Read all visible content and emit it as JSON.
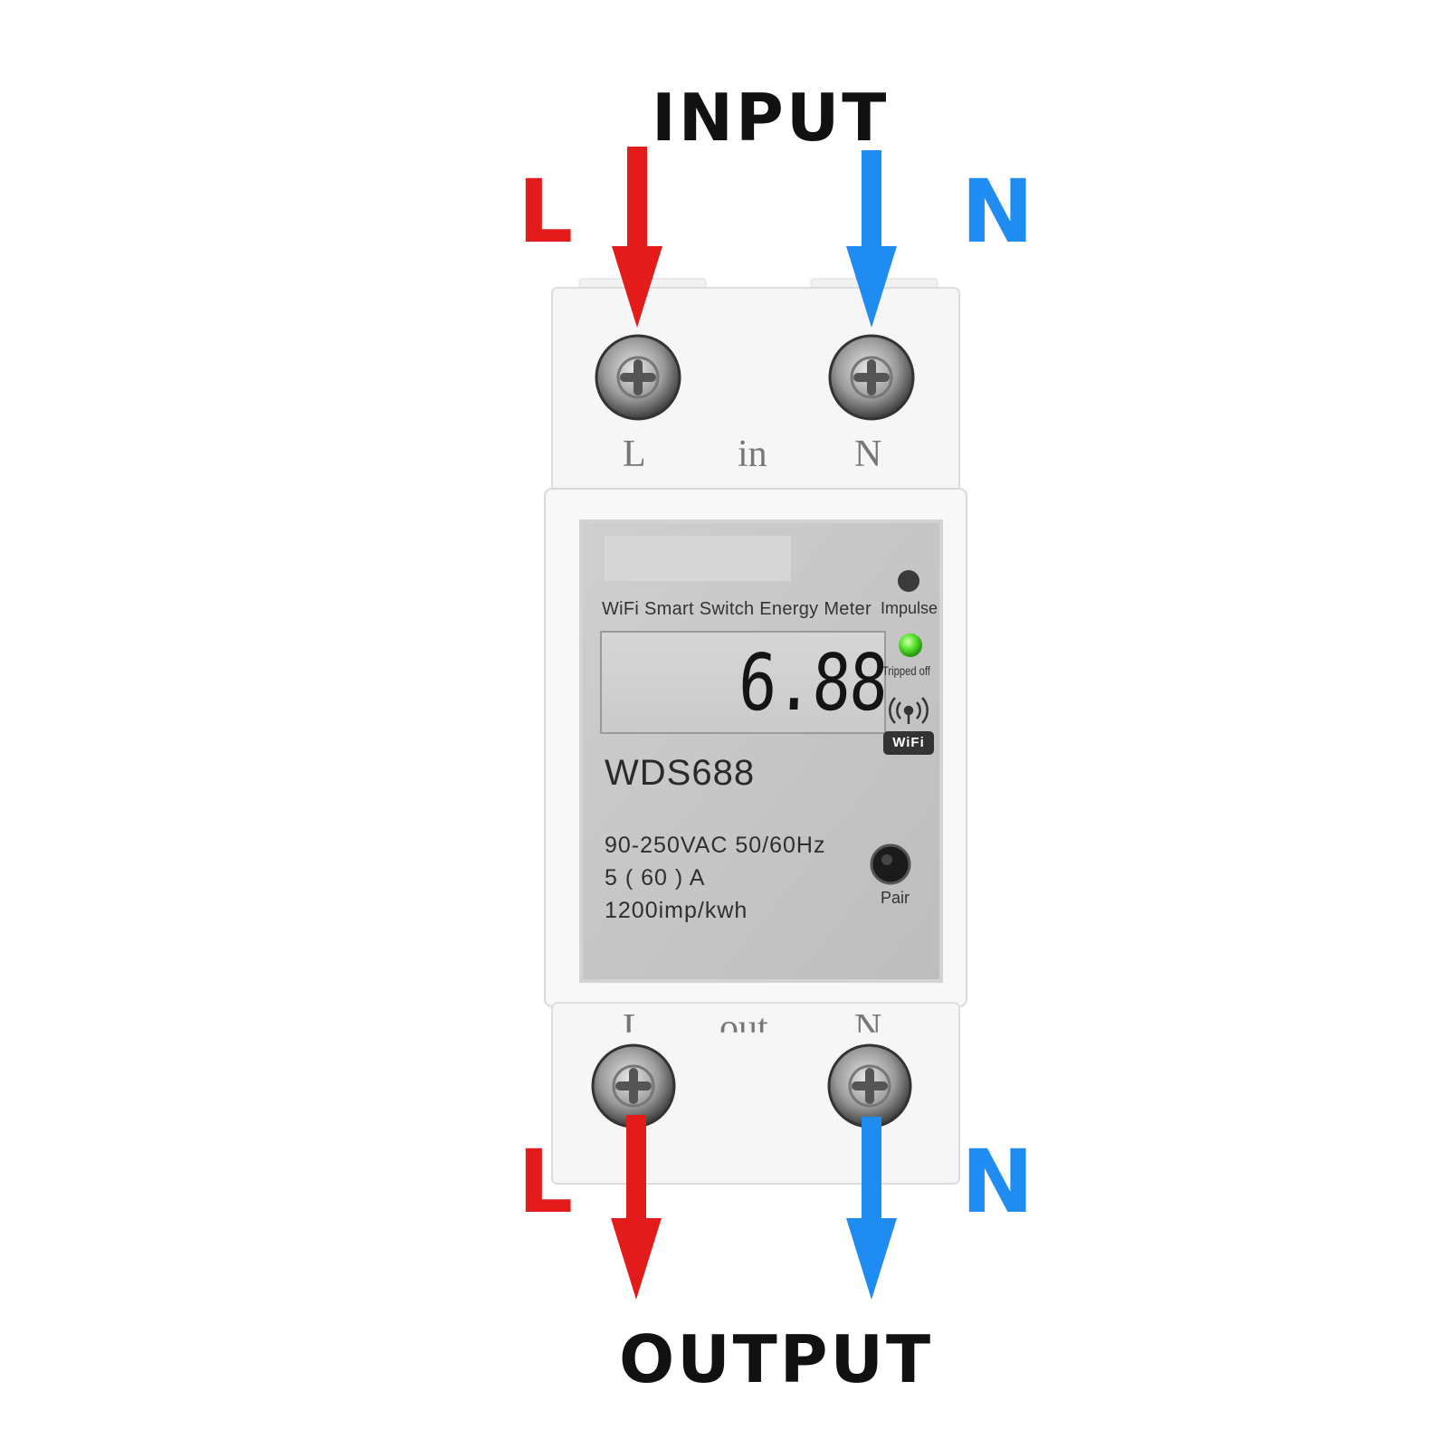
{
  "headings": {
    "input": "INPUT",
    "output": "OUTPUT"
  },
  "wires": {
    "live_in": "L",
    "neutral_in": "N",
    "live_out": "L",
    "neutral_out": "N",
    "live_color": "#e31b1b",
    "neutral_color": "#1e8cf0"
  },
  "terminals": {
    "top": {
      "live": "L",
      "center": "in",
      "neutral": "N"
    },
    "bottom": {
      "live": "L",
      "center": "out",
      "neutral": "N"
    }
  },
  "panel": {
    "product_name": "WiFi Smart Switch Energy Meter",
    "impulse_label": "Impulse",
    "tripped_label": "Tripped off",
    "wifi_badge": "WiFi",
    "lcd_reading": "6.88",
    "model": "WDS688",
    "specs": [
      "90-250VAC  50/60Hz",
      "5 ( 60 ) A",
      "1200imp/kwh"
    ],
    "pair_label": "Pair",
    "status_led_color": "#5fe832"
  },
  "icons": [
    "screw-terminal-icon",
    "wireless-signal-icon",
    "arrow-down-icon"
  ]
}
